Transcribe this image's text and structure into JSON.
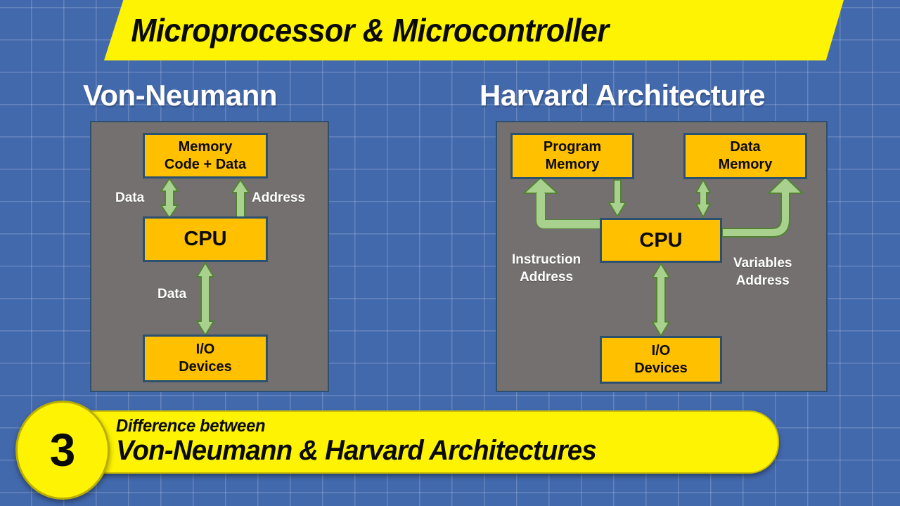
{
  "title": {
    "text": "Microprocessor & Microcontroller"
  },
  "sections": {
    "von_neumann": {
      "heading": "Von-Neumann",
      "boxes": {
        "memory_line1": "Memory",
        "memory_line2": "Code + Data",
        "cpu": "CPU",
        "io_line1": "I/O",
        "io_line2": "Devices"
      },
      "labels": {
        "data_bus": "Data",
        "address_bus": "Address",
        "io_data": "Data"
      }
    },
    "harvard": {
      "heading": "Harvard Architecture",
      "boxes": {
        "program_memory_line1": "Program",
        "program_memory_line2": "Memory",
        "data_memory_line1": "Data",
        "data_memory_line2": "Memory",
        "cpu": "CPU",
        "io_line1": "I/O",
        "io_line2": "Devices"
      },
      "labels": {
        "instruction_address_line1": "Instruction",
        "instruction_address_line2": "Address",
        "variables_address_line1": "Variables",
        "variables_address_line2": "Address"
      }
    }
  },
  "footer": {
    "badge_number": "3",
    "line1": "Difference between",
    "line2": "Von-Neumann & Harvard Architectures"
  },
  "colors": {
    "background_blue": "#4369ad",
    "grid_line": "#7e9ad0",
    "banner_yellow": "#fdf303",
    "panel_gray": "#747070",
    "box_gold": "#ffc000",
    "box_border": "#2c5070",
    "arrow_green_fill": "#a9d18e",
    "arrow_green_stroke": "#548235",
    "text_white": "#ffffff",
    "text_black": "#0a0a0a"
  }
}
